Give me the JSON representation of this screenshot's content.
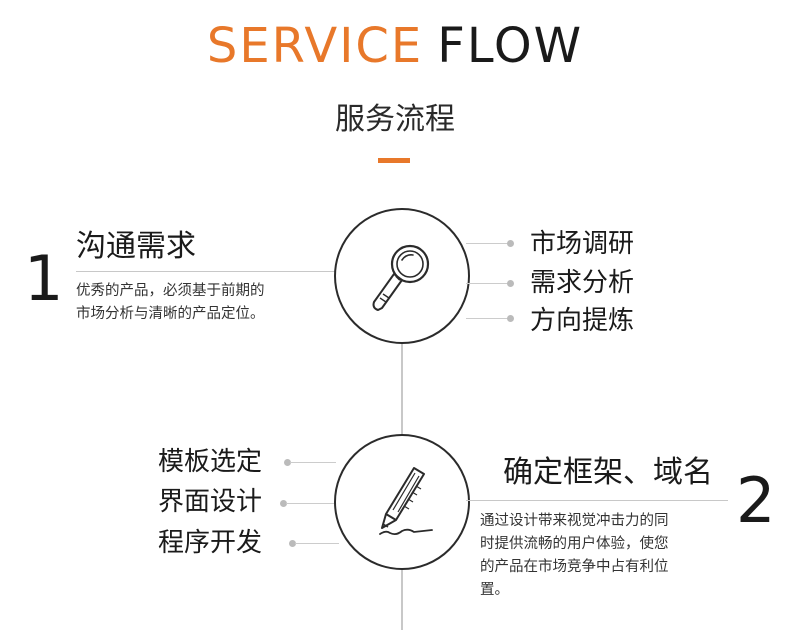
{
  "header": {
    "title_en_part1": "SERVICE",
    "title_en_part2": "FLOW",
    "title_cn": "服务流程",
    "accent_color": "#e8782a"
  },
  "steps": [
    {
      "number": "1",
      "title": "沟通需求",
      "description_lines": [
        "优秀的产品，必须基于前期的",
        "市场分析与清晰的产品定位。"
      ],
      "icon": "magnifier-icon",
      "items": [
        "市场调研",
        "需求分析",
        "方向提炼"
      ]
    },
    {
      "number": "2",
      "title": "确定框架、域名",
      "description_lines": [
        "通过设计带来视觉冲击力的同",
        "时提供流畅的用户体验，使您",
        "的产品在市场竞争中占有利位",
        "置。"
      ],
      "icon": "pencil-icon",
      "items": [
        "模板选定",
        "界面设计",
        "程序开发"
      ]
    }
  ]
}
